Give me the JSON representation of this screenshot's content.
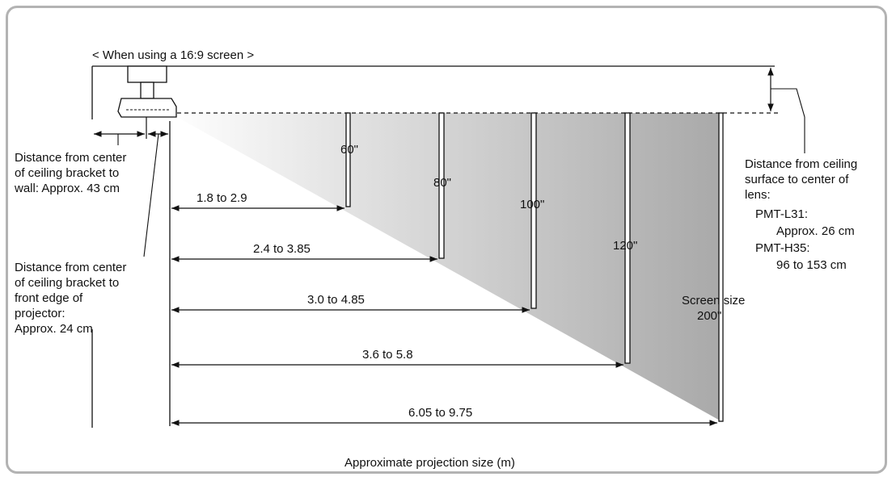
{
  "header": {
    "subtitle": "< When using a 16:9 screen >"
  },
  "screens": [
    {
      "size_label": "60\""
    },
    {
      "size_label": "80\""
    },
    {
      "size_label": "100\""
    },
    {
      "size_label": "120\""
    },
    {
      "size_label": "Screen size",
      "size_label_2": "200\""
    }
  ],
  "distances": [
    {
      "label": "1.8 to 2.9"
    },
    {
      "label": "2.4 to 3.85"
    },
    {
      "label": "3.0 to 4.85"
    },
    {
      "label": "3.6 to 5.8"
    },
    {
      "label": "6.05 to 9.75"
    }
  ],
  "notes": {
    "bracket_to_wall": [
      "Distance from center",
      "of ceiling bracket to",
      "wall: Approx. 43 cm"
    ],
    "bracket_to_front": [
      "Distance from center",
      "of ceiling bracket to",
      "front edge of",
      "projector:",
      "Approx. 24 cm"
    ],
    "ceiling_to_lens": [
      "Distance from ceiling",
      "surface to center of",
      "lens:",
      "PMT-L31:",
      "Approx. 26 cm",
      "PMT-H35:",
      "96 to 153 cm"
    ]
  },
  "footer": {
    "caption": "Approximate projection size (m)"
  }
}
